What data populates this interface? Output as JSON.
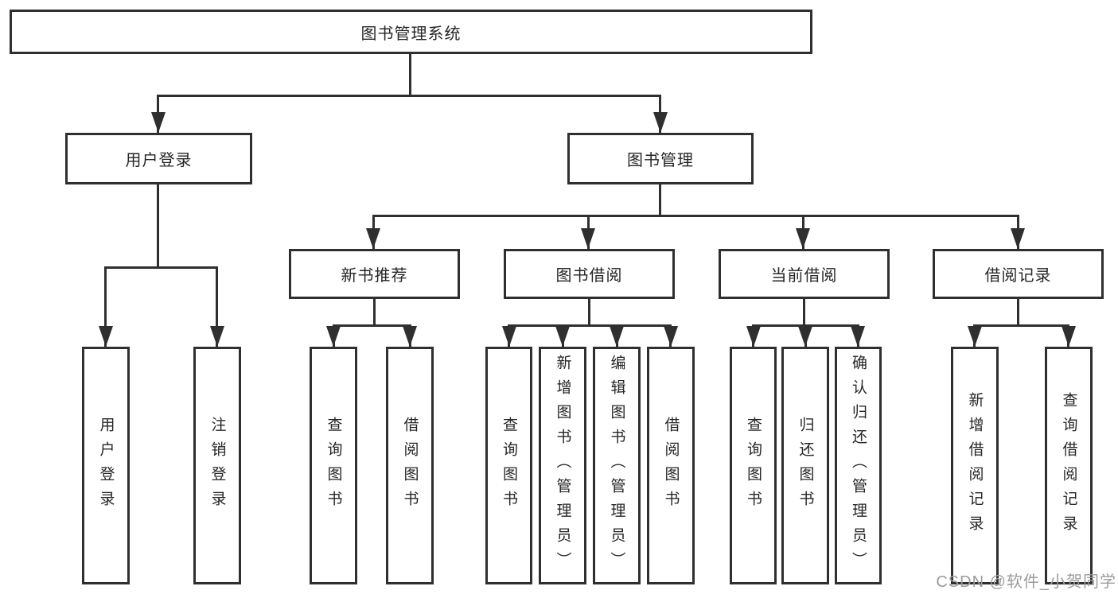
{
  "diagram_title": "图书管理系统",
  "nodes": {
    "root": {
      "label": "图书管理系统"
    },
    "user_login": {
      "label": "用户登录"
    },
    "book_management": {
      "label": "图书管理"
    },
    "new_book_recommend": {
      "label": "新书推荐"
    },
    "book_borrow": {
      "label": "图书借阅"
    },
    "current_borrow": {
      "label": "当前借阅"
    },
    "borrow_records": {
      "label": "借阅记录"
    },
    "leaf_user_login": {
      "label": "用户登录"
    },
    "leaf_logout": {
      "label": "注销登录"
    },
    "leaf_rec_query_book": {
      "label": "查询图书"
    },
    "leaf_rec_borrow_book": {
      "label": "借阅图书"
    },
    "leaf_bb_query_book": {
      "label": "查询图书"
    },
    "leaf_bb_add_book": {
      "label": "新增图书（管理员）"
    },
    "leaf_bb_edit_book": {
      "label": "编辑图书（管理员）"
    },
    "leaf_bb_borrow_book": {
      "label": "借阅图书"
    },
    "leaf_cb_query_book": {
      "label": "查询图书"
    },
    "leaf_cb_return_book": {
      "label": "归还图书"
    },
    "leaf_cb_confirm_return": {
      "label": "确认归还（管理员）"
    },
    "leaf_br_add_record": {
      "label": "新增借阅记录"
    },
    "leaf_br_query_record": {
      "label": "查询借阅记录"
    }
  },
  "hierarchy": {
    "图书管理系统": {
      "用户登录": [
        "用户登录",
        "注销登录"
      ],
      "图书管理": {
        "新书推荐": [
          "查询图书",
          "借阅图书"
        ],
        "图书借阅": [
          "查询图书",
          "新增图书（管理员）",
          "编辑图书（管理员）",
          "借阅图书"
        ],
        "当前借阅": [
          "查询图书",
          "归还图书",
          "确认归还（管理员）"
        ],
        "借阅记录": [
          "新增借阅记录",
          "查询借阅记录"
        ]
      }
    }
  },
  "watermark": {
    "text": "CSDN @软件_小贺同学"
  },
  "colors": {
    "line": "#2f2f2f",
    "box_border": "#2f2f2f",
    "box_fill": "#ffffff",
    "text": "#262626",
    "watermark": "#9c9c9c",
    "background": "#ffffff"
  }
}
